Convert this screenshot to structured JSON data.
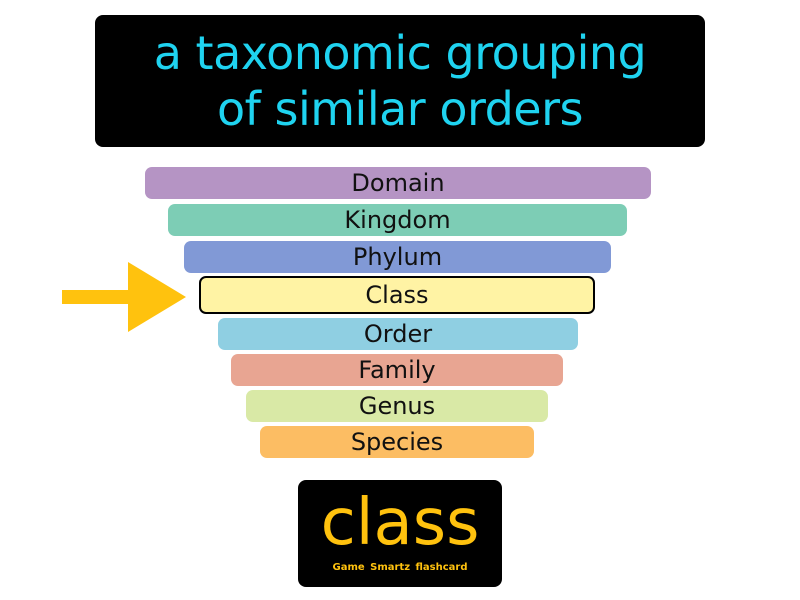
{
  "definition": {
    "text": "a taxonomic grouping\nof similar orders",
    "color": "#1fd3f0"
  },
  "hierarchy": {
    "ranks": [
      {
        "label": "Domain",
        "color": "#b594c4"
      },
      {
        "label": "Kingdom",
        "color": "#7dcdb5"
      },
      {
        "label": "Phylum",
        "color": "#8199d6"
      },
      {
        "label": "Class",
        "color": "#fff3a4",
        "highlighted": true
      },
      {
        "label": "Order",
        "color": "#8fcfe2"
      },
      {
        "label": "Family",
        "color": "#e8a592"
      },
      {
        "label": "Genus",
        "color": "#d9e9a6"
      },
      {
        "label": "Species",
        "color": "#fcbd63"
      }
    ],
    "pointer_icon": "right-arrow-icon",
    "pointer_color": "#ffc20e"
  },
  "term": {
    "word": "class",
    "brand": "Game Smartz flashcard",
    "color": "#ffc20e"
  }
}
